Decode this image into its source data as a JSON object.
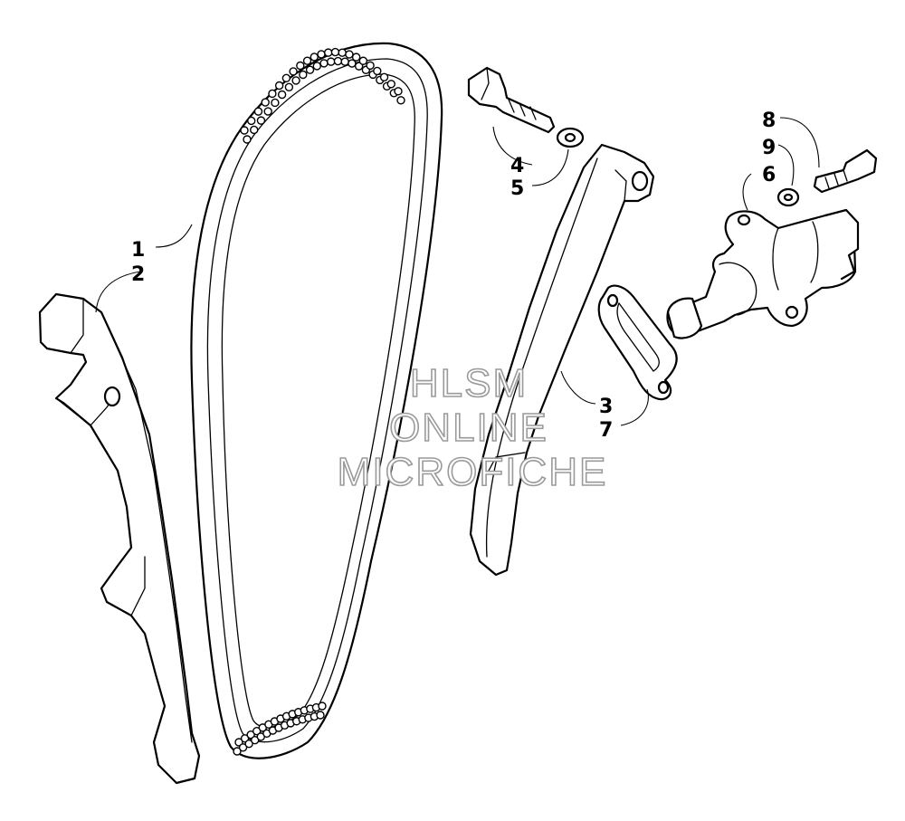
{
  "callouts": [
    {
      "id": "c1",
      "label": "1"
    },
    {
      "id": "c2",
      "label": "2"
    },
    {
      "id": "c3",
      "label": "3"
    },
    {
      "id": "c4",
      "label": "4"
    },
    {
      "id": "c5",
      "label": "5"
    },
    {
      "id": "c6",
      "label": "6"
    },
    {
      "id": "c7",
      "label": "7"
    },
    {
      "id": "c8",
      "label": "8"
    },
    {
      "id": "c9",
      "label": "9"
    }
  ],
  "watermark": {
    "line1": "HLSM",
    "line2": "ONLINE",
    "line3": "MICROFICHE",
    "color": "#9a9a9a"
  }
}
